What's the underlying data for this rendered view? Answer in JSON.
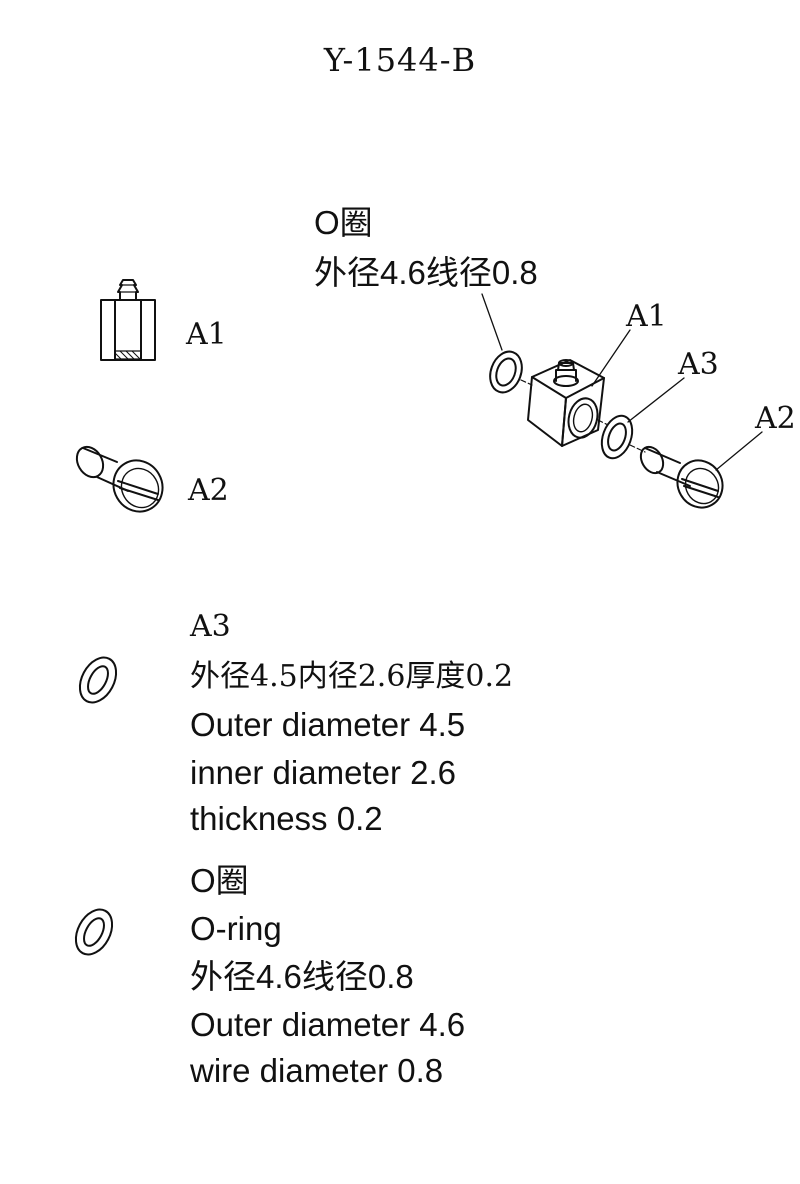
{
  "title": "Y-1544-B",
  "assembly": {
    "oring_label": "O圈",
    "oring_spec": "外径4.6线径0.8",
    "callouts": [
      "A1",
      "A3",
      "A2"
    ]
  },
  "parts": {
    "a1_label": "A1",
    "a2_label": "A2"
  },
  "a3_spec": {
    "label": "A3",
    "cn": "外径4.5内径2.6厚度0.2",
    "outer": "Outer diameter 4.5",
    "inner": "inner diameter 2.6",
    "thickness": "thickness 0.2"
  },
  "oring_spec": {
    "label_cn": "O圈",
    "label_en": "O-ring",
    "cn": "外径4.6线径0.8",
    "outer": "Outer diameter 4.6",
    "wire": "wire diameter 0.8"
  },
  "colors": {
    "ink": "#111111",
    "paper": "#ffffff"
  }
}
